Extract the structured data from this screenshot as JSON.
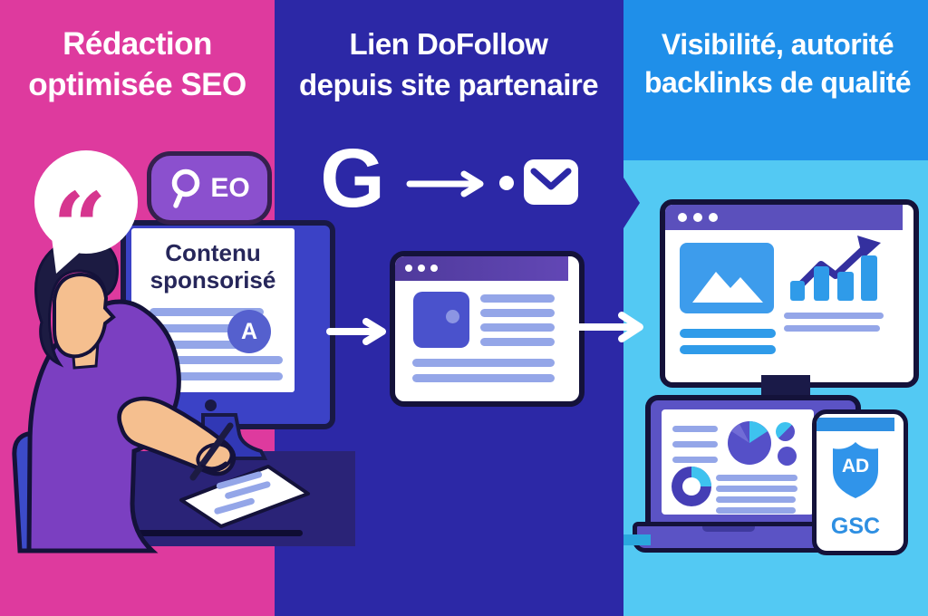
{
  "panels": {
    "left": {
      "bg": "#DE3A9E",
      "title_line1": "Rédaction",
      "title_line2": "optimisée SEO",
      "quote_glyph": "“",
      "seo_badge_text": "EO",
      "monitor_heading_line1": "Contenu",
      "monitor_heading_line2": "sponsorisé",
      "author_avatar_letter": "A"
    },
    "middle": {
      "bg": "#2C28A6",
      "title_line1": "Lien DoFollow",
      "title_line2": "depuis site partenaire",
      "google_letter": "G"
    },
    "right": {
      "header_bg": "#1F8FE9",
      "body_bg": "#53C9F3",
      "title_line1": "Visibilité, autorité",
      "title_line2": "backlinks de qualité",
      "ads_badge_text": "AD",
      "gsc_badge_text": "GSC"
    }
  },
  "colors": {
    "panel_pink": "#DE3A9E",
    "panel_indigo": "#2C28A6",
    "panel_blue_header": "#1F8FE9",
    "panel_cyan": "#53C9F3",
    "outline_navy": "#191945",
    "desk_navy": "#2A2377",
    "monitor_frame_blue": "#3B42C6",
    "browser_bar_purple": "#5B50BC",
    "accent_periwinkle": "#94A6E8",
    "accent_blue": "#2F9BE9",
    "accent_cyan": "#3EC2EF",
    "pie_purple": "#5550C8",
    "trend_indigo": "#34309F",
    "badge_purple": "#8B50CE",
    "shield_blue": "#3094EA",
    "quote_pink": "#D6368F",
    "skin": "#F5BF8F",
    "shirt_purple": "#7B3FC1"
  }
}
